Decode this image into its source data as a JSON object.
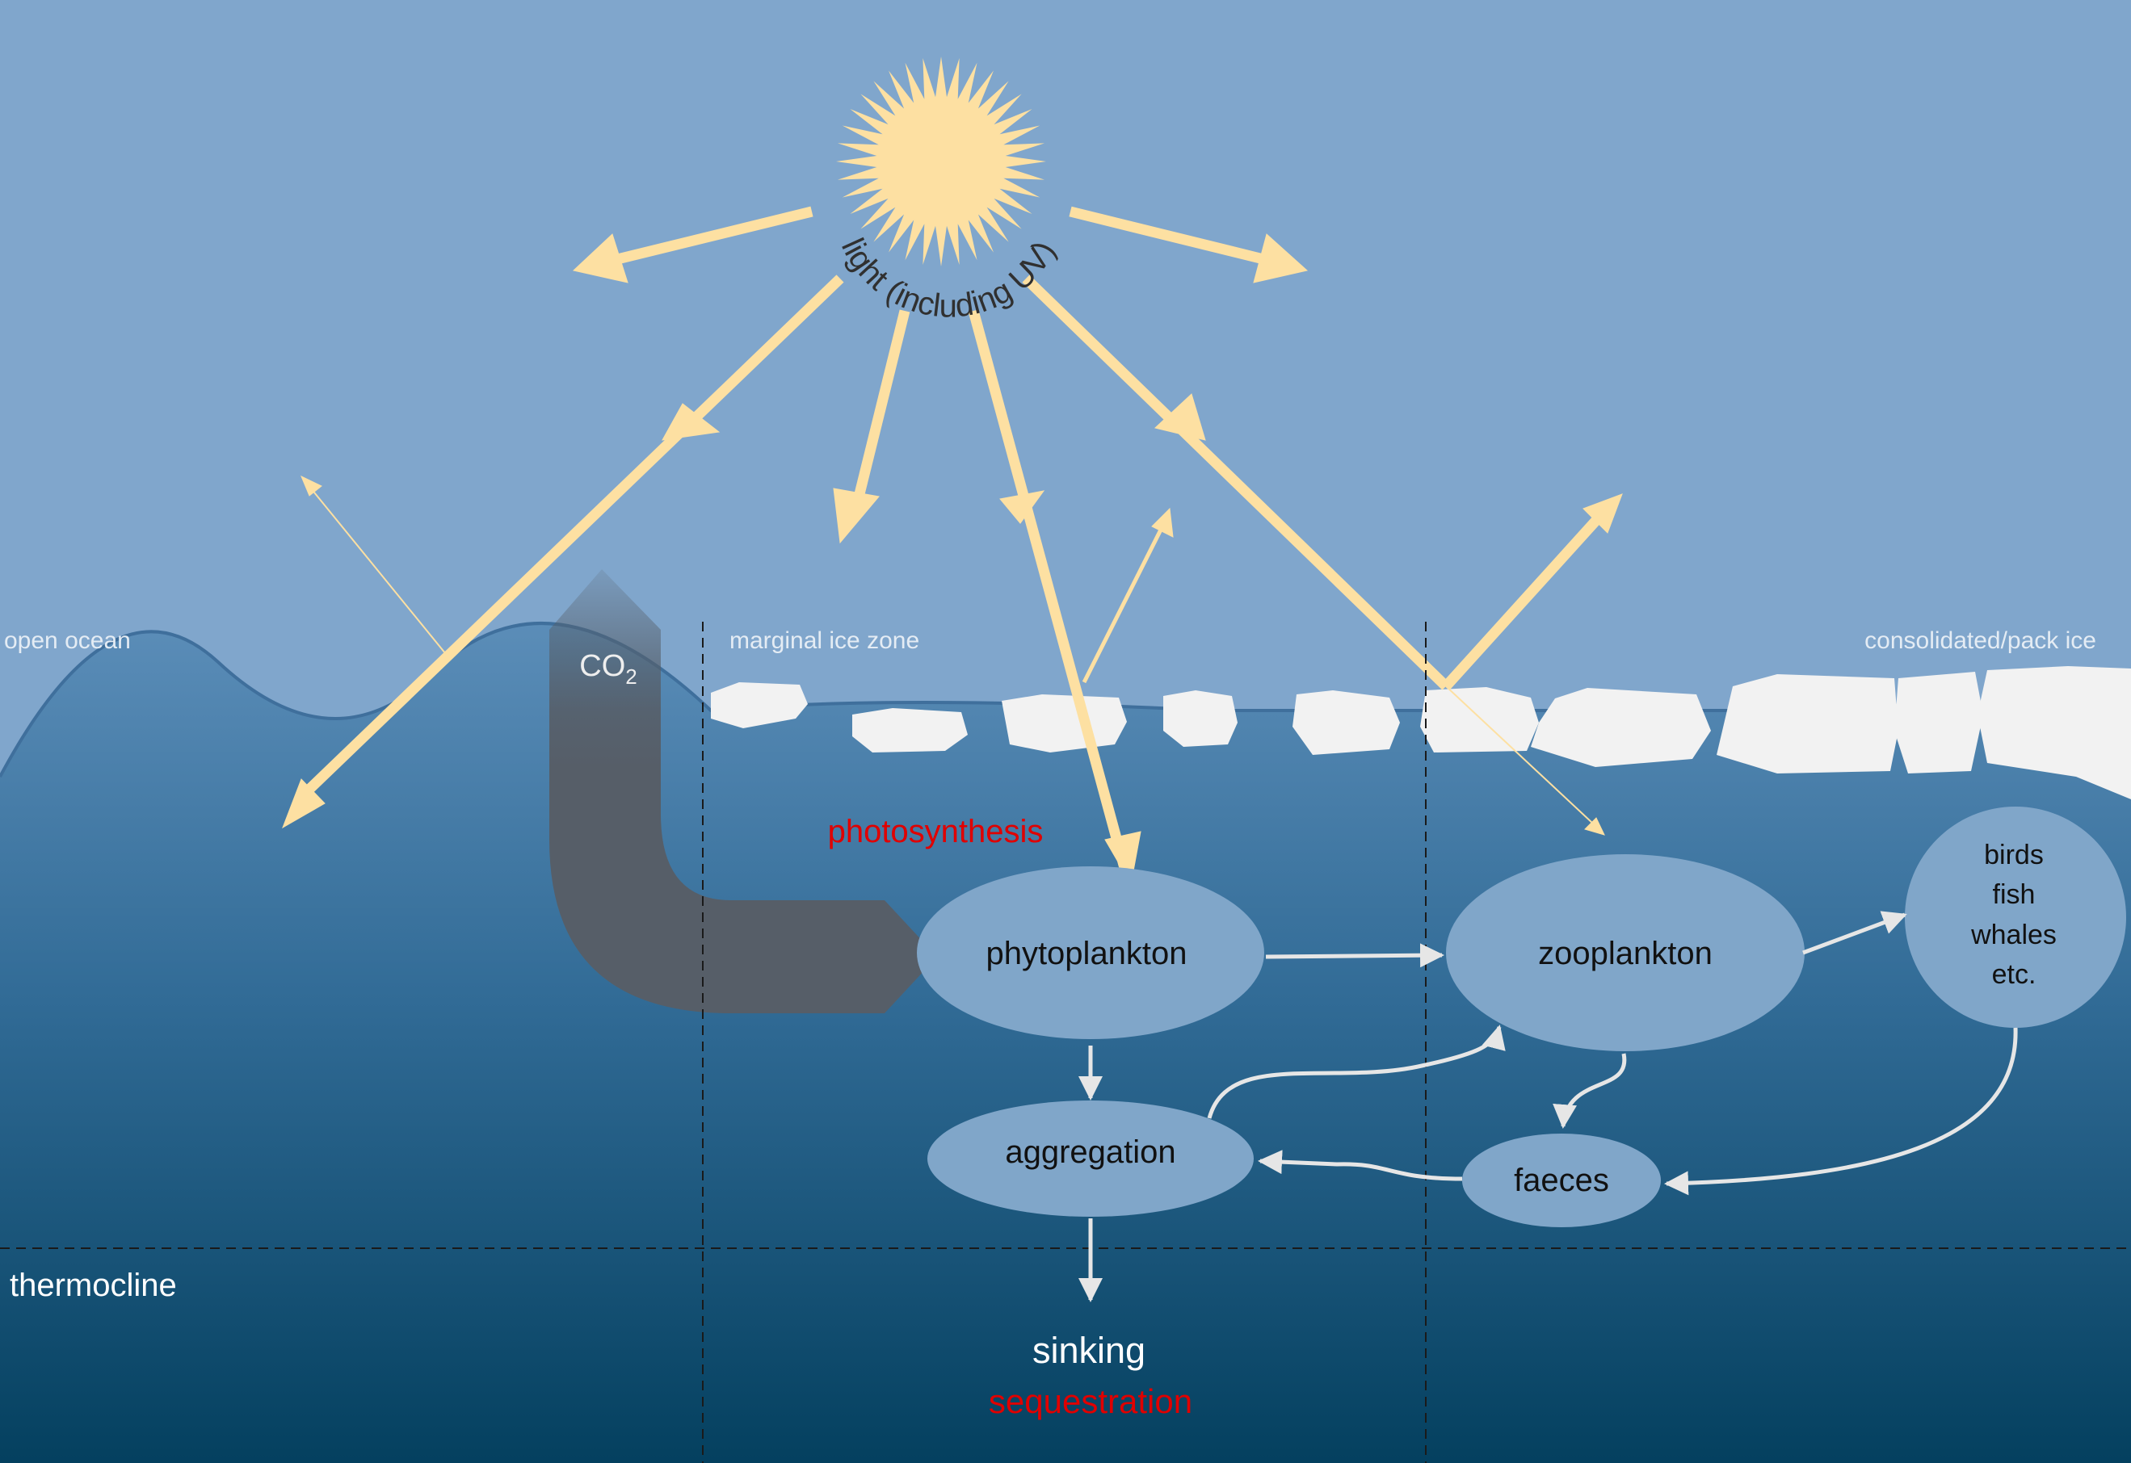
{
  "sun": {
    "label": "light (including UV)"
  },
  "zones": {
    "open_ocean": "open ocean",
    "marginal_ice_zone": "marginal ice zone",
    "pack_ice": "consolidated/pack ice"
  },
  "gas": {
    "co2_main": "CO",
    "co2_sub": "2"
  },
  "process": {
    "photosynthesis": "photosynthesis",
    "sinking": "sinking",
    "sequestration": "sequestration"
  },
  "layer": {
    "thermocline": "thermocline"
  },
  "nodes": {
    "phytoplankton": "phytoplankton",
    "zooplankton": "zooplankton",
    "aggregation": "aggregation",
    "faeces": "faeces",
    "predators": [
      "birds",
      "fish",
      "whales",
      "etc."
    ]
  },
  "colors": {
    "sky": "#80a6cc",
    "ocean_top": "#5b8db8",
    "ocean_deep": "#04405f",
    "light_beam": "#fde0a2",
    "node_fill": "#80a6c9",
    "ice": "#f2f2f2",
    "co2_arrow": "#565e68",
    "accent_red": "#e00000",
    "flow_arrow": "#e6e6e6"
  }
}
